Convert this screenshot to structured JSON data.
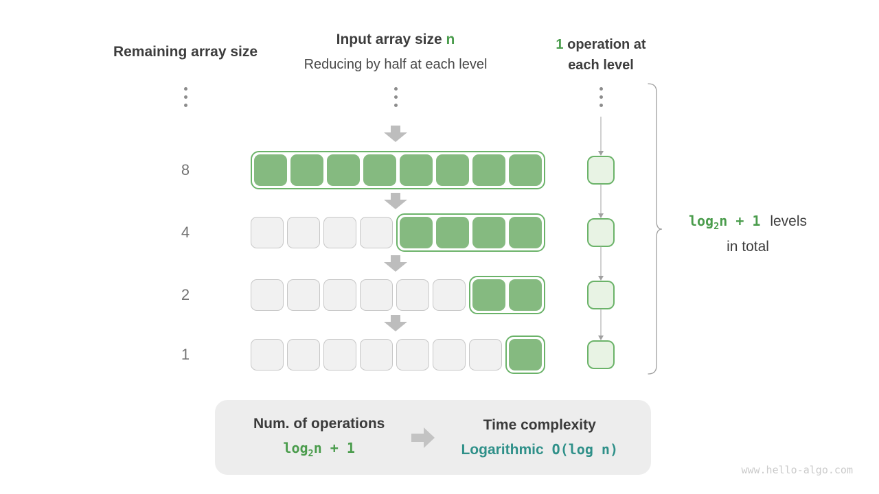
{
  "title_left": "Remaining array size",
  "title_middle": {
    "text": "Input array size ",
    "highlight": "n",
    "subtitle": "Reducing by half at each level"
  },
  "title_right": {
    "highlight": "1",
    "line1_rest": " operation at",
    "line2": "each level"
  },
  "levels": [
    {
      "label": "8",
      "total": 8,
      "active": 8
    },
    {
      "label": "4",
      "total": 8,
      "active": 4
    },
    {
      "label": "2",
      "total": 8,
      "active": 2
    },
    {
      "label": "1",
      "total": 8,
      "active": 1
    }
  ],
  "formula": {
    "fn": "log",
    "base": "2",
    "tail": "n + 1"
  },
  "brace_note": {
    "line1_suffix": "levels",
    "line2": "in total"
  },
  "summary": {
    "left_title": "Num. of operations",
    "right_title": "Time complexity",
    "complexity_name": "Logarithmic",
    "complexity_notation": "O(log n)"
  },
  "watermark": "www.hello-algo.com",
  "colors": {
    "green_text": "#4a9c4c",
    "green_fill": "#85ba80",
    "green_border": "#6bb369",
    "green_light": "#e8f3e4",
    "teal": "#2f9089",
    "arrow_gray": "#bdbdbd"
  }
}
